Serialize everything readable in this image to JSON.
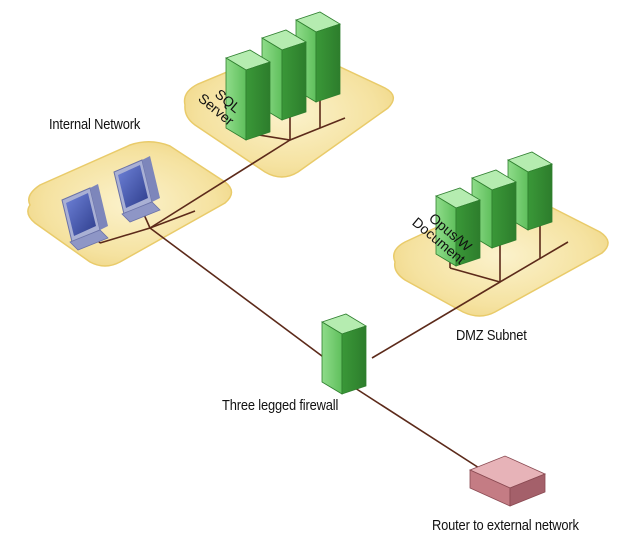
{
  "labels": {
    "internal_network": "Internal Network",
    "sql_server_line1": "SQL",
    "sql_server_line2": "Server",
    "opus_line1": "Opus/W",
    "opus_line2": "Document",
    "dmz_subnet": "DMZ Subnet",
    "firewall": "Three legged firewall",
    "router": "Router to external network"
  },
  "colors": {
    "zone_fill": "#f6e6a6",
    "zone_edge": "#eccf6e",
    "cable": "#5c2a1a",
    "server_front": "#7fd07f",
    "server_side": "#3f9c3f",
    "server_top": "#b5ecb0",
    "monitor_screen": "#4d5fb8",
    "monitor_frame": "#a9b0d4",
    "router_front": "#c47c84",
    "router_top": "#e7b3b8"
  }
}
